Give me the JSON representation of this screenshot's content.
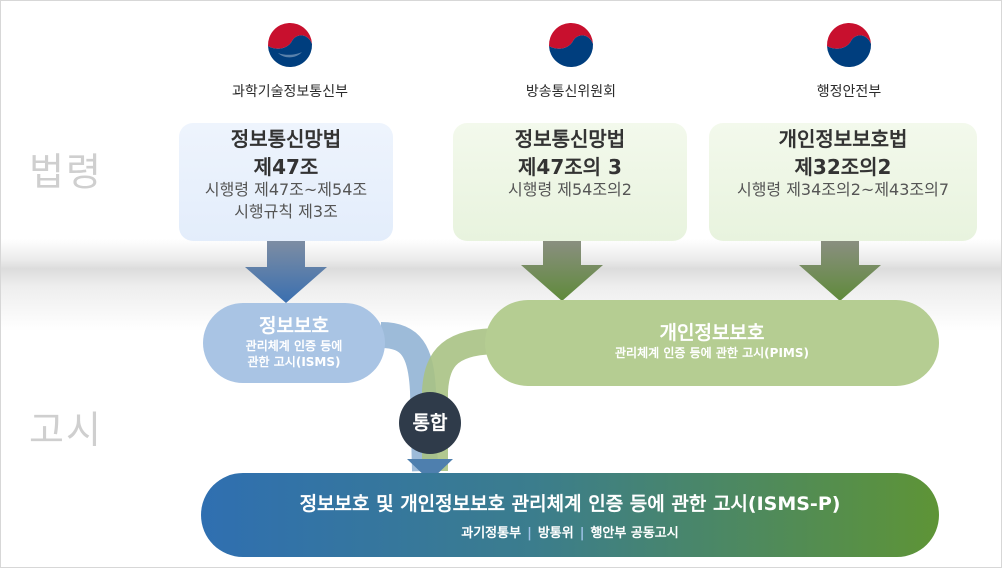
{
  "side_labels": {
    "top": "법령",
    "bottom": "고시"
  },
  "ministries": [
    {
      "name": "과학기술정보통신부",
      "icon": "government-emblem-icon"
    },
    {
      "name": "방송통신위원회",
      "icon": "government-emblem-icon"
    },
    {
      "name": "행정안전부",
      "icon": "government-emblem-icon"
    }
  ],
  "laws": [
    {
      "title1": "정보통신망법",
      "title2": "제47조",
      "sub1": "시행령 제47조~제54조",
      "sub2": "시행규칙 제3조"
    },
    {
      "title1": "정보통신망법",
      "title2": "제47조의 3",
      "sub1": "시행령 제54조의2",
      "sub2": ""
    },
    {
      "title1": "개인정보보호법",
      "title2": "제32조의2",
      "sub1": "시행령 제34조의2~제43조의7",
      "sub2": ""
    }
  ],
  "notices": {
    "isms": {
      "title": "정보보호",
      "sub1": "관리체계 인증 등에",
      "sub2": "관한 고시(ISMS)"
    },
    "pims": {
      "title": "개인정보보호",
      "sub1": "관리체계 인증 등에 관한 고시(PIMS)"
    }
  },
  "merge_label": "통합",
  "final": {
    "title": "정보보호 및 개인정보보호 관리체계 인증 등에 관한 고시(ISMS-P)",
    "sub_parts": [
      "과기정통부",
      "방통위",
      "행안부 공동고시"
    ],
    "separator": "|"
  },
  "colors": {
    "blue": "#2f6fb1",
    "green": "#5e9436",
    "emblem_red": "#c8102e",
    "emblem_blue": "#003e7e"
  }
}
